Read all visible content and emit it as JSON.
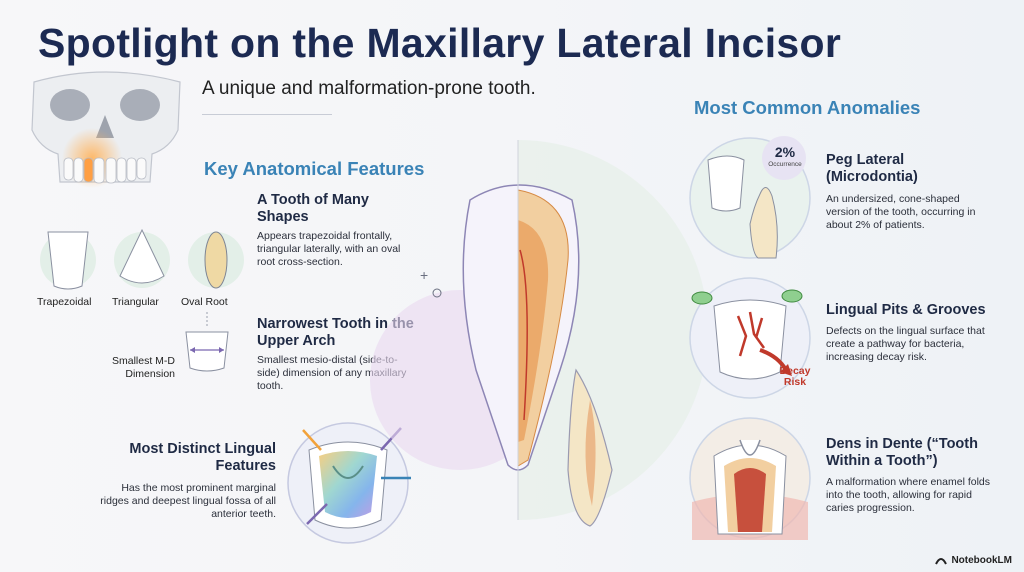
{
  "header": {
    "title": "Spotlight on the Maxillary Lateral Incisor",
    "subtitle": "A unique and malformation-prone tooth."
  },
  "key_features": {
    "heading": "Key Anatomical Features",
    "shapes": {
      "title": "A Tooth of Many Shapes",
      "text": "Appears trapezoidal frontally, triangular laterally, with an oval root cross-section.",
      "labels": [
        "Trapezoidal",
        "Triangular",
        "Oval Root"
      ]
    },
    "narrowest": {
      "title": "Narrowest Tooth in the Upper Arch",
      "text": "Smallest mesio-distal (side-to-side) dimension of any maxillary tooth.",
      "diagram_label": "Smallest M-D Dimension"
    },
    "lingual": {
      "title": "Most Distinct Lingual Features",
      "text": "Has the most prominent marginal ridges and deepest lingual fossa of all anterior teeth."
    }
  },
  "anomalies": {
    "heading": "Most Common Anomalies",
    "items": [
      {
        "title": "Peg Lateral (Microdontia)",
        "text": "An undersized, cone-shaped version of the tooth, occurring in about 2% of patients.",
        "badge_value": "2%",
        "badge_label": "Occurrence"
      },
      {
        "title": "Lingual Pits & Grooves",
        "text": "Defects on the lingual surface that create a pathway for bacteria, increasing decay risk.",
        "risk_label": "Decay Risk"
      },
      {
        "title": "Dens in Dente (“Tooth Within a Tooth”)",
        "text": "A malformation where enamel folds into the tooth, allowing for rapid caries progression."
      }
    ]
  },
  "brand": {
    "name": "NotebookLM"
  },
  "colors": {
    "title": "#1c2a52",
    "accent": "#3a83b6",
    "decay": "#c0392b",
    "circle_bg": "#e3efe8"
  }
}
